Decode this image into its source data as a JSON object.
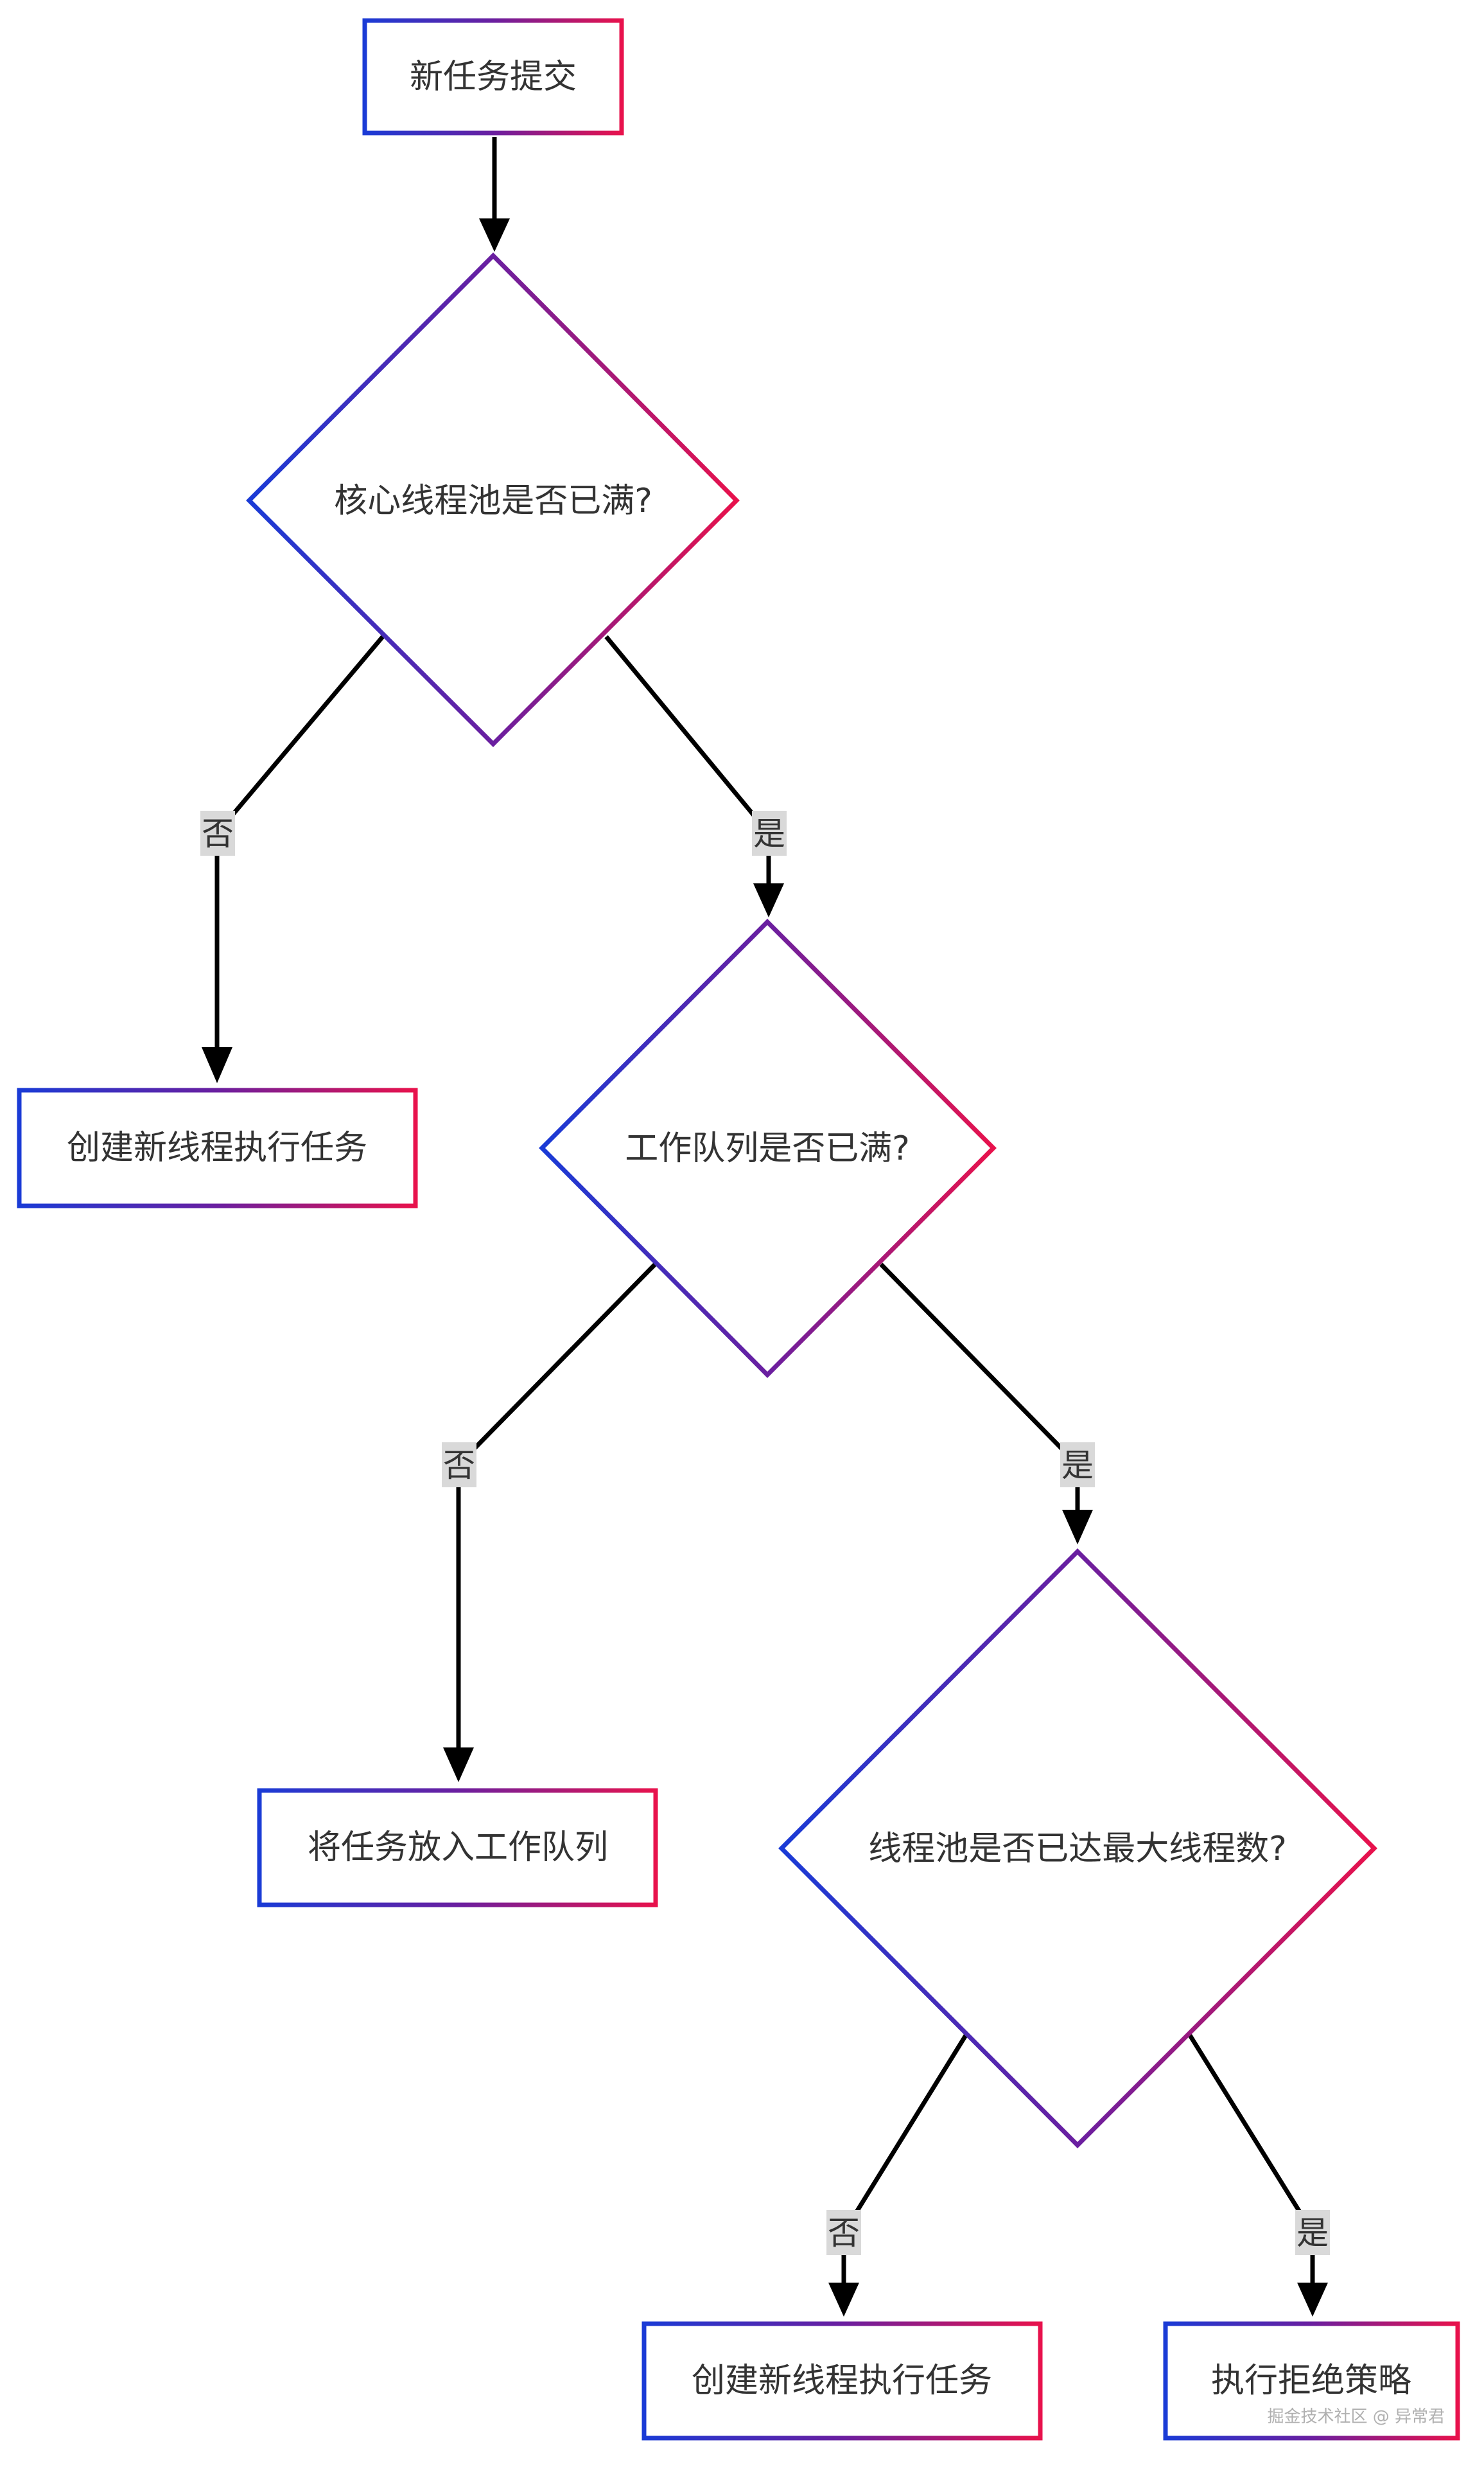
{
  "nodes": {
    "start": {
      "label": "新任务提交"
    },
    "core_check": {
      "label": "核心线程池是否已满?"
    },
    "create_core": {
      "label": "创建新线程执行任务"
    },
    "queue_check": {
      "label": "工作队列是否已满?"
    },
    "enqueue": {
      "label": "将任务放入工作队列"
    },
    "max_check": {
      "label": "线程池是否已达最大线程数?"
    },
    "create_extra": {
      "label": "创建新线程执行任务"
    },
    "reject": {
      "label": "执行拒绝策略"
    }
  },
  "edges": {
    "core_no": {
      "label": "否"
    },
    "core_yes": {
      "label": "是"
    },
    "queue_no": {
      "label": "否"
    },
    "queue_yes": {
      "label": "是"
    },
    "max_no": {
      "label": "否"
    },
    "max_yes": {
      "label": "是"
    }
  },
  "watermark": {
    "text": "掘金技术社区 @ 异常君"
  },
  "colors": {
    "gradient_start": "#1a3bd6",
    "gradient_mid": "#6a1fa0",
    "gradient_end": "#e8124c",
    "edge": "#000000",
    "edge_label_bg": "#d9d9d9",
    "text": "#333333"
  }
}
